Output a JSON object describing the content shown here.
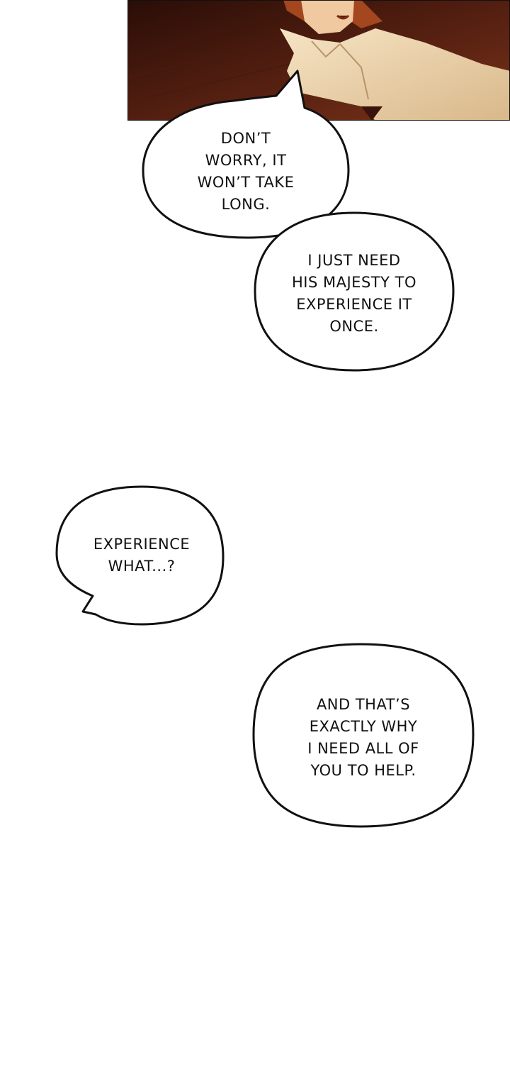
{
  "colors": {
    "panel_dark": "#3a140c",
    "panel_mid": "#6b2a18",
    "shirt": "#f2ddb8",
    "hair": "#a4461e",
    "bubble_stroke": "#111111",
    "bubble_fill": "#ffffff"
  },
  "bubbles": [
    {
      "lines": [
        "DON’T",
        "WORRY, IT",
        "WON’T TAKE",
        "LONG."
      ]
    },
    {
      "lines": [
        "I JUST NEED",
        "HIS MAJESTY TO",
        "EXPERIENCE IT",
        "ONCE."
      ]
    },
    {
      "lines": [
        "EXPERIENCE",
        "WHAT...?"
      ]
    },
    {
      "lines": [
        "AND THAT’S",
        "EXACTLY WHY",
        "I NEED ALL OF",
        "YOU TO HELP."
      ]
    }
  ]
}
